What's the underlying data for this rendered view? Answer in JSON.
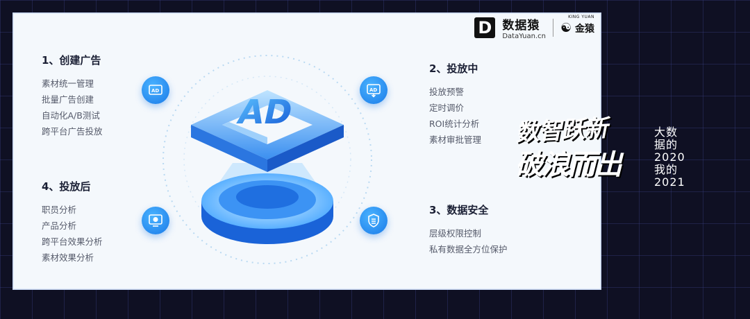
{
  "sections": {
    "create": {
      "title": "1、创建广告",
      "items": [
        "素材统一管理",
        "批量广告创建",
        "自动化A/B测试",
        "跨平台广告投放"
      ]
    },
    "running": {
      "title": "2、投放中",
      "items": [
        "投放预警",
        "定时调价",
        "ROI统计分析",
        "素材审批管理"
      ]
    },
    "security": {
      "title": "3、数据安全",
      "items": [
        "层级权限控制",
        "私有数据全方位保护"
      ]
    },
    "after": {
      "title": "4、投放后",
      "items": [
        "职员分析",
        "产品分析",
        "跨平台效果分析",
        "素材效果分析"
      ]
    }
  },
  "center": {
    "ad_text": "AD"
  },
  "badges": {
    "ad1": "AD",
    "ad2": "AD"
  },
  "logo": {
    "brand_cn": "数据猿",
    "brand_en": "DataYuan.cn",
    "partner_cn": "金猿",
    "partner_en": "KING YUAN"
  },
  "promo": {
    "line1": "数智跃新",
    "line2": "破浪而出",
    "right1": "大数据的",
    "right2": "2020",
    "right3": "我的",
    "right4": "2021"
  },
  "colors": {
    "accent": "#1a7ae8",
    "accent_light": "#4ab3ff",
    "panel": "#f4f8fc",
    "bg": "#0f1023"
  }
}
